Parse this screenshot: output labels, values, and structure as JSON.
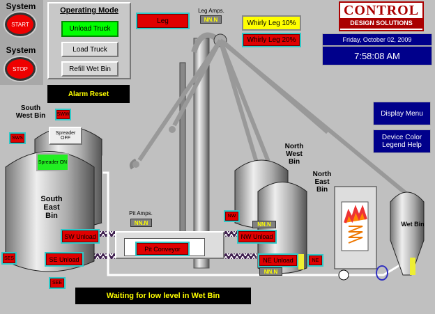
{
  "system_panel": {
    "label1": "System",
    "start": "START",
    "label2": "System",
    "stop": "STOP"
  },
  "operating_mode": {
    "title": "Operating Mode",
    "buttons": [
      "Unload Truck",
      "Load Truck",
      "Refill Wet Bin"
    ],
    "active": "Unload Truck"
  },
  "alarm_reset": "Alarm Reset",
  "leg": {
    "button": "Leg",
    "amps_label": "Leg Amps.",
    "amps_value": "NN.N"
  },
  "whirly": [
    "Whirly Leg 10%",
    "Whirly Leg 20%"
  ],
  "logo": {
    "line1": "CONTROL",
    "line2": "DESIGN SOLUTIONS"
  },
  "date": "Friday, October 02, 2009",
  "time": "7:58:08 AM",
  "nav": {
    "display_menu": "Display Menu",
    "legend_help": "Device Color Legend Help"
  },
  "bins": {
    "sw": "South West Bin",
    "se": "South East Bin",
    "nw": "North West Bin",
    "ne": "North East Bin",
    "wet": "Wet Bin"
  },
  "spreaders": {
    "sw": "Spreader OFF",
    "se": "Spreader ON"
  },
  "tags": {
    "sww": "SWW",
    "sws": "SWS",
    "ses": "SES",
    "see": "SEE",
    "nw": "NW",
    "ne": "NE"
  },
  "unload": {
    "sw": "SW Unload",
    "se": "SE Unload",
    "nw": "NW Unload",
    "ne": "NE Unload"
  },
  "pit": {
    "amps_label": "Pit Amps.",
    "amps_value": "NN.N",
    "conveyor": "Pit Conveyor"
  },
  "nw_amps": "NN.N",
  "ne_amps": "NN.N",
  "status": "Waiting for low level in Wet Bin",
  "colors": {
    "active": "#00ff00",
    "alarm": "#e00000",
    "status_text": "#ffff00",
    "panel_blue": "#00008b"
  }
}
